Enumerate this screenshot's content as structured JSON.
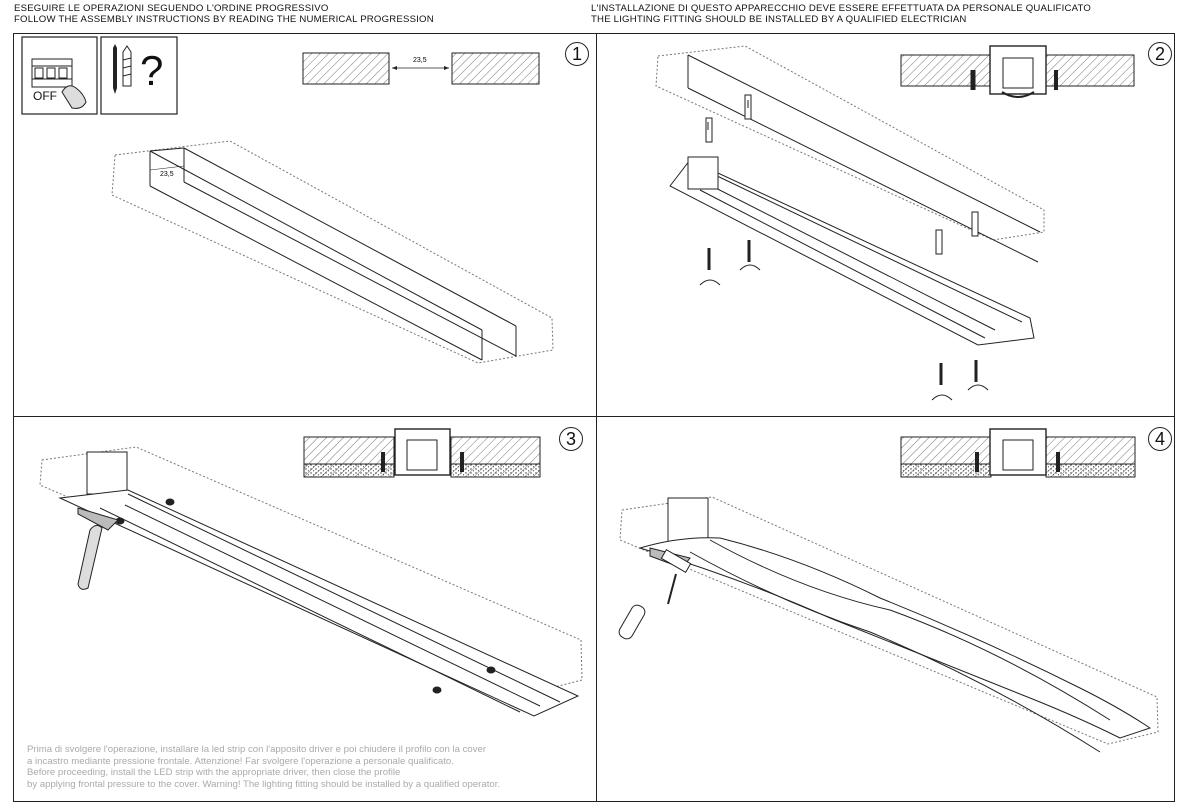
{
  "header": {
    "left_line1": "ESEGUIRE LE OPERAZIONI SEGUENDO L'ORDINE PROGRESSIVO",
    "left_line2": "FOLLOW THE ASSEMBLY INSTRUCTIONS BY READING THE NUMERICAL PROGRESSION",
    "right_line1": "L'INSTALLAZIONE DI QUESTO APPARECCHIO DEVE ESSERE EFFETTUATA DA PERSONALE QUALIFICATO",
    "right_line2": "THE LIGHTING FITTING SHOULD BE INSTALLED BY A QUALIFIED ELECTRICIAN"
  },
  "steps": [
    {
      "number": "1",
      "dimension": "23,5",
      "breaker_label": "OFF",
      "tools_symbol": "?"
    },
    {
      "number": "2"
    },
    {
      "number": "3"
    },
    {
      "number": "4"
    }
  ],
  "note": {
    "line1": "Prima di svolgere l'operazione, installare la led strip con l'apposito driver e poi chiudere il profilo con la cover",
    "line2": "a incastro mediante pressione frontale. Attenzione! Far svolgere l'operazione a personale qualificato.",
    "line3": "Before proceeding, install the LED strip with the appropriate driver, then close the profile",
    "line4": "by applying frontal pressure to the cover. Warning! The lighting fitting should be installed by a qualified operator."
  },
  "colors": {
    "line": "#222222",
    "note_text": "#aaaaaa",
    "frame": "#222222"
  }
}
